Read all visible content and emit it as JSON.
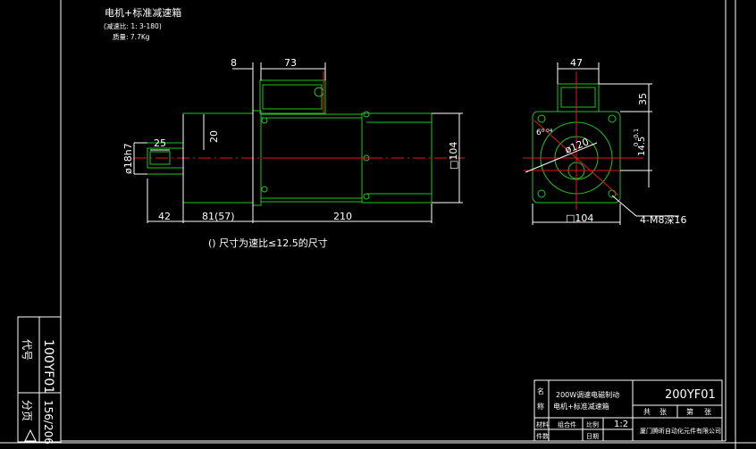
{
  "header": {
    "title": "电机+标准减速箱",
    "ratio": "(减速比: 1: 3-180)",
    "weight": "质量:  7.7Kg"
  },
  "dims": {
    "top_flange": "8",
    "top_box": "73",
    "shaft_dia": "ø18h7",
    "key_width": "25",
    "key_height": "20",
    "shaft_len": "42",
    "gear_len": "81(57)",
    "motor_len": "210",
    "square_right": "□104",
    "right_width": "47",
    "right_height": "35",
    "circle": "ø120",
    "offset": "14.5",
    "offset_tol": "0\n-0.1",
    "tol_left": "6⁰ ⁰⁴",
    "square_bottom": "□104",
    "bolt": "4-M8深16"
  },
  "note": "() 尺寸为速比≤12.5的尺寸",
  "left_vertical": {
    "model": "100YF01",
    "code_label": "代号",
    "sheet": "156/206",
    "sub_label": "分页"
  },
  "title_block": {
    "name_label_1": "名",
    "name_label_2": "称",
    "product_line_1": "200W调速电磁制动",
    "product_line_2": "电机+标准减速箱",
    "model": "200YF01",
    "total_label": "共",
    "sheet_word": "张",
    "page_label": "第",
    "page_word": "张",
    "material_label": "材料",
    "assembly_label": "组合件",
    "scale_label": "比例",
    "scale_value": "1:2",
    "drawing_label": "件数",
    "date_label": "日期",
    "company": "厦门腾昕自动化元件有限公司"
  }
}
